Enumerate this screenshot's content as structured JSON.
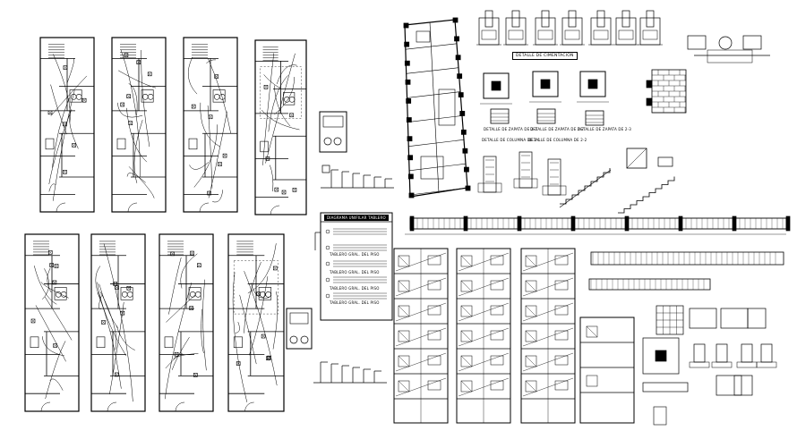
{
  "drawing": {
    "colors": {
      "line": "#000000",
      "background": "#ffffff"
    },
    "labels": {
      "foundation_title": "DETALLE DE CIMENTACION",
      "detail_a": "DETALLE DE ZAPATA DE 2-1",
      "detail_b": "DETALLE DE ZAPATA DE 2-2",
      "detail_c": "DETALLE DE ZAPATA DE 2-3",
      "detail_d": "DETALLE DE COLUMNA DE 2-1",
      "detail_e": "DETALLE DE COLUMNA DE 2-2",
      "table_title": "DIAGRAMA UNIFILAR TABLERO",
      "table_rows": [
        "TABLERO GRAL. DEL PISO",
        "TABLERO GRAL. DEL PISO",
        "TABLERO GRAL. DEL PISO",
        "TABLERO GRAL. DEL PISO"
      ]
    }
  }
}
